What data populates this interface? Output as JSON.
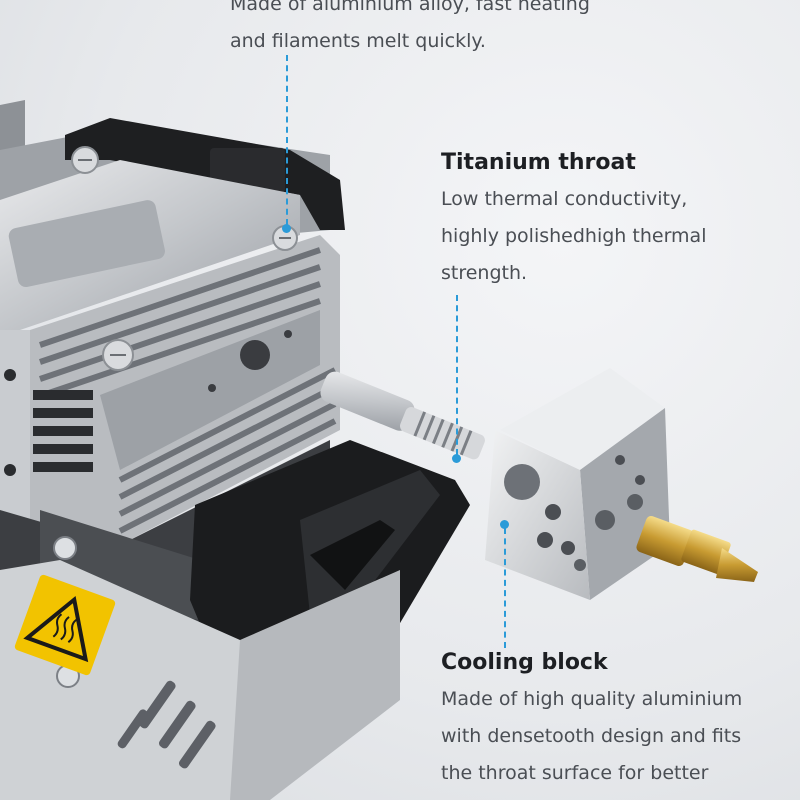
{
  "top_callout": {
    "lines": [
      "Made of aluminium alloy, fast heating",
      "and filaments melt quickly."
    ]
  },
  "titanium_throat": {
    "title": "Titanium throat",
    "lines": [
      "Low thermal conductivity,",
      "highly polishedhigh thermal",
      "strength."
    ]
  },
  "cooling_block": {
    "title": "Cooling block",
    "lines": [
      "Made of high quality aluminium",
      "with densetooth design and fits",
      "the throat surface for better"
    ]
  },
  "colors": {
    "accent": "#2b9bd8",
    "warning": "#f2c300"
  },
  "icons": [
    "screw-icon",
    "warning-heat-icon"
  ]
}
